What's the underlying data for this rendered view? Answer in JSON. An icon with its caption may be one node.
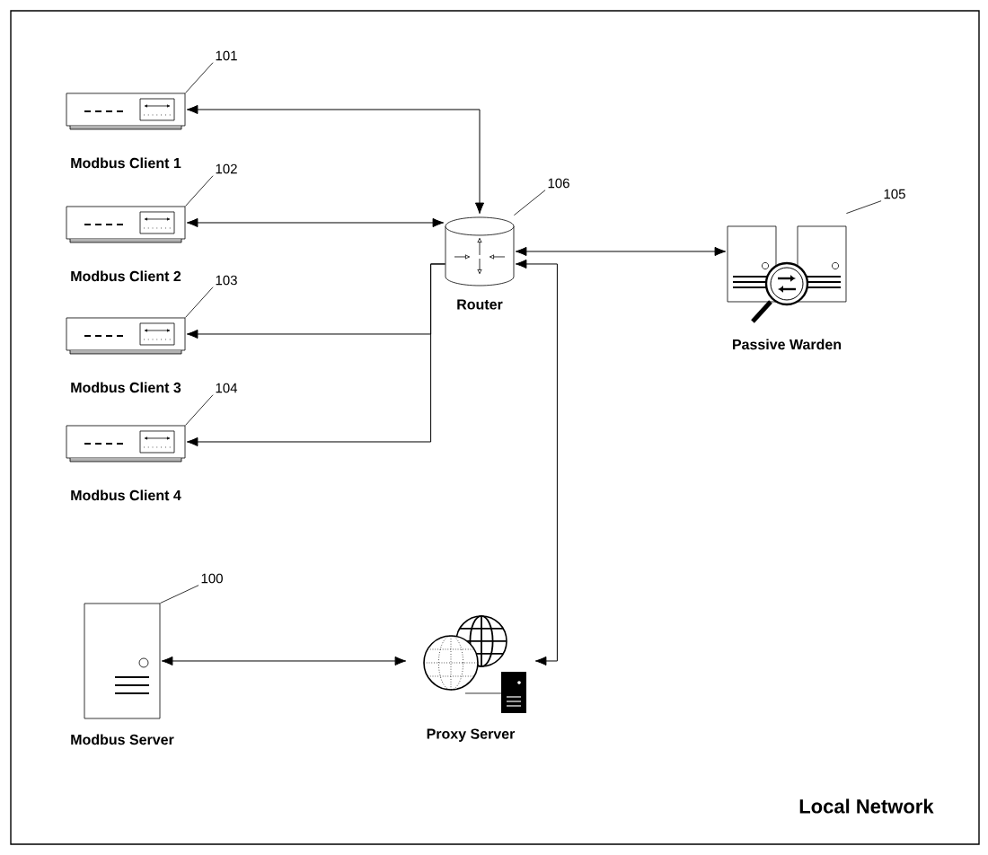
{
  "diagram": {
    "nodes": [
      {
        "text": [
          "Local Network"
        ]
      },
      {
        "text": [
          "Modbus Client 1"
        ],
        "in": 0
      },
      {
        "text": [
          "101"
        ],
        "in": 0
      },
      {
        "text": [
          "Modbus Client 2"
        ],
        "in": 0
      },
      {
        "text": [
          "102"
        ],
        "in": 0
      },
      {
        "text": [
          "Modbus Client 3"
        ],
        "in": 0
      },
      {
        "text": [
          "103"
        ],
        "in": 0
      },
      {
        "text": [
          "Modbus Client 4"
        ],
        "in": 0
      },
      {
        "text": [
          "104"
        ],
        "in": 0
      },
      {
        "text": [
          "Router"
        ],
        "in": 0
      },
      {
        "text": [
          "106"
        ],
        "in": 0
      },
      {
        "text": [
          "Passive Warden"
        ],
        "in": 0
      },
      {
        "text": [
          "105"
        ],
        "in": 0
      },
      {
        "text": [
          "Modbus Server"
        ],
        "in": 0
      },
      {
        "text": [
          "100"
        ],
        "in": 0
      },
      {
        "text": [
          "Proxy Server"
        ],
        "in": 0
      }
    ],
    "edges": [
      {
        "from": 9,
        "to": 1,
        "arrow": "both"
      },
      {
        "from": 3,
        "to": 9,
        "arrow": "both"
      },
      {
        "from": 9,
        "to": 5,
        "arrow": "to"
      },
      {
        "from": 9,
        "to": 7,
        "arrow": "to"
      },
      {
        "from": 9,
        "to": 11,
        "arrow": "both"
      },
      {
        "from": 9,
        "to": 15,
        "arrow": "both"
      },
      {
        "from": 13,
        "to": 15,
        "arrow": "both"
      },
      {
        "from": 2,
        "to": 1,
        "arrow": "none"
      },
      {
        "from": 4,
        "to": 3,
        "arrow": "none"
      },
      {
        "from": 6,
        "to": 5,
        "arrow": "none"
      },
      {
        "from": 8,
        "to": 7,
        "arrow": "none"
      },
      {
        "from": 10,
        "to": 9,
        "arrow": "none"
      },
      {
        "from": 12,
        "to": 11,
        "arrow": "none"
      },
      {
        "from": 14,
        "to": 13,
        "arrow": "none"
      }
    ]
  }
}
